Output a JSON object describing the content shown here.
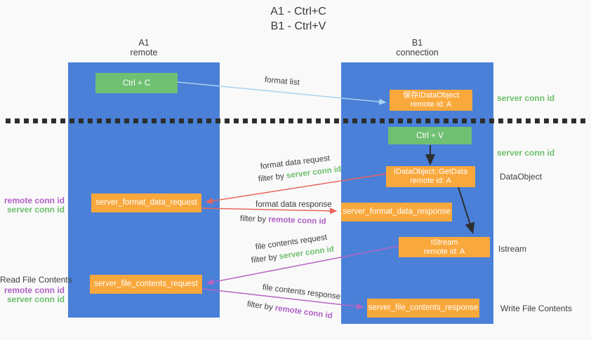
{
  "title": {
    "line1": "A1 - Ctrl+C",
    "line2": "B1 - Ctrl+V"
  },
  "lanes": {
    "left": {
      "id": "A1",
      "role": "remote"
    },
    "right": {
      "id": "B1",
      "role": "connection"
    }
  },
  "nodes": {
    "ctrl_c": {
      "label": "Ctrl + C"
    },
    "ctrl_v": {
      "label": "Ctrl + V"
    },
    "save_dataobject": {
      "line1": "保存IDataObject",
      "line2": "remote id: A"
    },
    "getdata": {
      "line1": "IDataObject::GetData",
      "line2": "remote id: A"
    },
    "istream": {
      "line1": "IStream",
      "line2": "remote id: A"
    },
    "server_format_data_request": {
      "label": "server_format_data_request"
    },
    "server_format_data_response": {
      "label": "server_format_data_response"
    },
    "server_file_contents_request": {
      "label": "server_file_contents_request"
    },
    "server_file_contents_response": {
      "label": "server_file_contents_response"
    }
  },
  "edges": {
    "format_list": {
      "label": "format list"
    },
    "format_data_request": {
      "label": "format data request",
      "filter_prefix": "filter by",
      "filter_key": "server conn id"
    },
    "format_data_response": {
      "label": "format data response",
      "filter_prefix": "filter by",
      "filter_key": "remote conn id"
    },
    "file_contents_request": {
      "label": "file contents request",
      "filter_prefix": "filter by",
      "filter_key": "server conn id"
    },
    "file_contents_response": {
      "label": "file contents response",
      "filter_prefix": "filter by",
      "filter_key": "remote conn id"
    }
  },
  "side_labels": {
    "right_server_conn_top": "server conn id",
    "right_server_conn_mid": "server conn id",
    "dataobject": "DataObject",
    "istream": "Istream",
    "write_file_contents": "Write File Contents",
    "left_remote_conn_mid": "remote conn id",
    "left_server_conn_mid": "server conn id",
    "read_file_contents": "Read File Contents",
    "left_remote_conn_bottom": "remote conn id",
    "left_server_conn_bottom": "server conn id"
  },
  "colors": {
    "lane_blue": "#4a80d8",
    "node_green": "#6fc073",
    "node_orange": "#f9a83c",
    "arrow_red": "#e8645c",
    "arrow_purple": "#b863c4",
    "arrow_light_blue": "#a9d3ee",
    "arrow_black": "#2f2f2f",
    "text_green": "#6cbf6c",
    "text_purple": "#b05fc5",
    "text_dark": "#3d3d3d",
    "background": "#f9f9f9"
  }
}
